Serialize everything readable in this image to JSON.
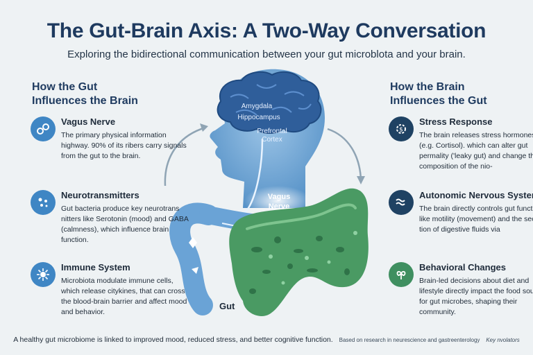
{
  "title": "The Gut-Brain Axis: A Two-Way Conversation",
  "subtitle": "Exploring the bidirectional communication between your gut microblota and your brain.",
  "left": {
    "heading_line1": "How the Gut",
    "heading_line2": "Influences the Brain",
    "items": [
      {
        "title": "Vagus Nerve",
        "body": "The primary physical information highway. 90% of its ribers carry signals from the gut to the brain.",
        "icon": "nerve-link-icon"
      },
      {
        "title": "Neurotransmitters",
        "body": "Gut bacteria produce key neurotrans nitters like Serotonin (mood) and GABA (calmness), which influence brain function.",
        "icon": "molecules-icon"
      },
      {
        "title": "Immune System",
        "body": "Microbiota modulate immune cells, which release citykines, that can cross the blood-brain barrier and affect mood and behavior.",
        "icon": "immune-cell-icon"
      }
    ]
  },
  "right": {
    "heading_line1": "How the Brain",
    "heading_line2": "Influences the Gut",
    "items": [
      {
        "title": "Stress Response",
        "body": "The brain releases stress hormones (e.g. Cortisol). which can alter gut permality ('leaky gut) and change the composition of the nio-",
        "icon": "stress-gear-icon"
      },
      {
        "title": "Autonomic Nervous System",
        "body": "The brain directly controls gut functions like motility (movement) and the secre-tion of digestive fluids via",
        "icon": "waves-icon"
      },
      {
        "title": "Behavioral Changes",
        "body": "Brain-led decisions about diet and lifestyle directly impact the food source for gut microbes, shaping their community.",
        "icon": "brain-choice-icon"
      }
    ]
  },
  "diagram": {
    "brain_labels": [
      "Amygdala",
      "Hippocampus",
      "Prefrontal",
      "Cortex"
    ],
    "vagus_label_line1": "Vagus",
    "vagus_label_line2": "Nerve",
    "gut_label": "Gut"
  },
  "footer": {
    "main": "A healthy gut microbiome is linked to improved mood, reduced stress, and better cognitive function.",
    "source": "Based on research in neurescience and gastreenterology",
    "credit": "Key nvolators"
  },
  "colors": {
    "title": "#1e3a5f",
    "head": "#5a9bd0",
    "brain": "#2f5e9a",
    "gut": "#4a9a63",
    "icon_blue": "#3f86c4",
    "icon_dark": "#1f4263",
    "icon_green": "#3f8f60"
  }
}
